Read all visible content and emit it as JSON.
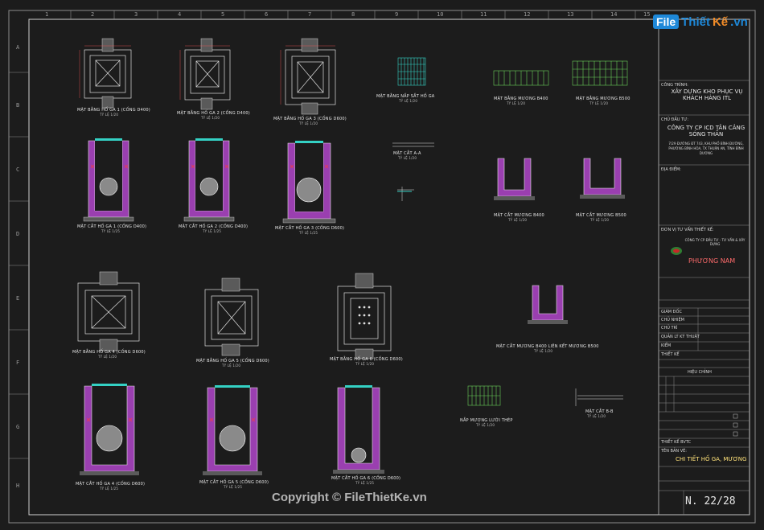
{
  "logo": {
    "file": "File",
    "thiet": "Thiết",
    "ke": "Kế",
    "vn": ".vn"
  },
  "watermark": "Copyright © FileThietKe.vn",
  "grid": {
    "cols": [
      "1",
      "2",
      "3",
      "4",
      "5",
      "6",
      "7",
      "8",
      "9",
      "10",
      "11",
      "12",
      "13",
      "14",
      "15"
    ],
    "rows": [
      "A",
      "B",
      "C",
      "D",
      "E",
      "F",
      "G",
      "H"
    ]
  },
  "drawings": {
    "plan1": "MẶT BẰNG HỐ GA 1 (CỐNG D400)",
    "plan2": "MẶT BẰNG HỐ GA 2 (CỐNG D400)",
    "plan3": "MẶT BẰNG HỐ GA 3 (CỐNG D600)",
    "grate": "MẶT BẰNG NẮP SẮT HỐ GA",
    "trench400": "MẶT BẰNG MƯƠNG B400",
    "trench500": "MẶT BẰNG MƯƠNG B500",
    "sec1": "MẶT CẮT HỐ GA 1 (CỐNG D400)",
    "sec2": "MẶT CẮT HỐ GA 2 (CỐNG D400)",
    "sec3": "MẶT CẮT HỐ GA 3 (CỐNG D600)",
    "secAA": "MẶT CẮT A-A",
    "secT400": "MẶT CẮT MƯƠNG B400",
    "secT500": "MẶT CẮT MƯƠNG B500",
    "plan4": "MẶT BẰNG HỐ GA 4 (CỐNG D600)",
    "plan5": "MẶT BẰNG HỐ GA 5 (CỐNG D600)",
    "plan6": "MẶT BẰNG HỐ GA 6 (CỐNG D600)",
    "secJoin": "MẶT CẮT MƯƠNG B400 LIÊN KẾT MƯƠNG B500",
    "sec4": "MẶT CẮT HỐ GA 4 (CỐNG D600)",
    "sec5": "MẶT CẮT HỐ GA 5 (CỐNG D600)",
    "sec6": "MẶT CẮT HỐ GA 6 (CỐNG D600)",
    "trenchCover": "NẮP MƯƠNG LƯỚI THÉP",
    "secBB": "MẶT CẮT B-B",
    "scale20": "TỶ LỆ 1/20",
    "scale25": "TỶ LỆ 1/25"
  },
  "titleblock": {
    "project_label": "CÔNG TRÌNH:",
    "project": "XÂY DỰNG KHO PHỤC VỤ KHÁCH HÀNG ITL",
    "owner_label": "CHỦ ĐẦU TƯ:",
    "owner": "CÔNG TY CP ICD TÂN CẢNG SÓNG THẦN",
    "address": "7/29 ĐƯỜNG ĐT 743, KHU PHỐ BÌNH ĐƯỜNG, PHƯỜNG BÌNH HÒA, TX THUẬN AN, TỈNH BÌNH DƯƠNG",
    "location_label": "ĐỊA ĐIỂM:",
    "design_unit_label": "ĐƠN VỊ TƯ VẤN THIẾT KẾ:",
    "company": "CÔNG TY CP ĐẦU TƯ - TƯ VẤN & XÂY DỰNG",
    "company_logo": "PHƯƠNG NAM",
    "signers": [
      "GIÁM ĐỐC",
      "CHỦ NHIỆM",
      "CHỦ TRÌ",
      "QUẢN LÝ KỸ THUẬT",
      "KIỂM",
      "THIẾT KẾ"
    ],
    "revise_label": "HIỆU CHỈNH",
    "sheet_title_label": "TÊN BẢN VẼ:",
    "sheet_title": "CHI TIẾT HỐ GA, MƯƠNG",
    "drawing_no": "N. 22/28",
    "phase": "THIẾT KẾ BVTC"
  }
}
